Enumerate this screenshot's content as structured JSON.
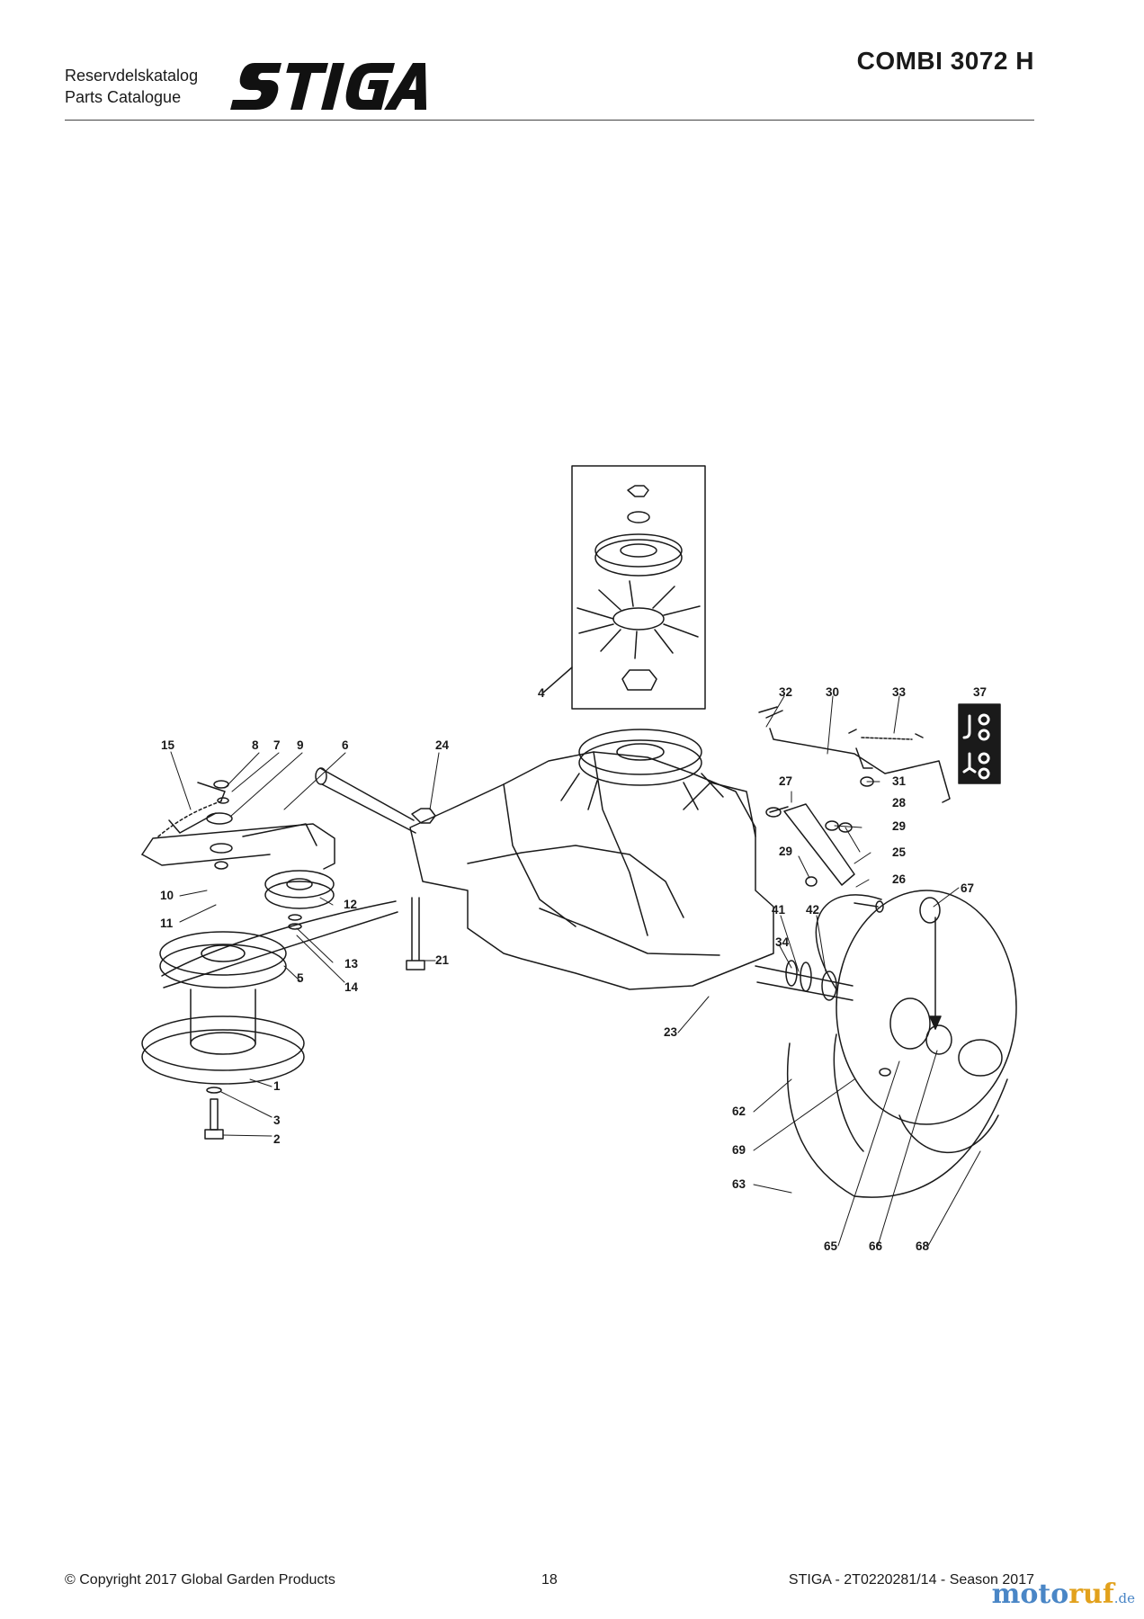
{
  "header": {
    "catalog_line_1": "Reservdelskatalog",
    "catalog_line_2": "Parts Catalogue",
    "brand": "STIGA",
    "model": "COMBI 3072 H"
  },
  "diagram": {
    "callouts": [
      {
        "id": "c1",
        "text": "1"
      },
      {
        "id": "c2",
        "text": "2"
      },
      {
        "id": "c3",
        "text": "3"
      },
      {
        "id": "c4",
        "text": "4"
      },
      {
        "id": "c5",
        "text": "5"
      },
      {
        "id": "c6",
        "text": "6"
      },
      {
        "id": "c7",
        "text": "7"
      },
      {
        "id": "c8",
        "text": "8"
      },
      {
        "id": "c9",
        "text": "9"
      },
      {
        "id": "c10",
        "text": "10"
      },
      {
        "id": "c11",
        "text": "11"
      },
      {
        "id": "c12",
        "text": "12"
      },
      {
        "id": "c13",
        "text": "13"
      },
      {
        "id": "c14",
        "text": "14"
      },
      {
        "id": "c15",
        "text": "15"
      },
      {
        "id": "c21",
        "text": "21"
      },
      {
        "id": "c23",
        "text": "23"
      },
      {
        "id": "c24",
        "text": "24"
      },
      {
        "id": "c25",
        "text": "25"
      },
      {
        "id": "c26",
        "text": "26"
      },
      {
        "id": "c27",
        "text": "27"
      },
      {
        "id": "c28",
        "text": "28"
      },
      {
        "id": "c29a",
        "text": "29"
      },
      {
        "id": "c29b",
        "text": "29"
      },
      {
        "id": "c30",
        "text": "30"
      },
      {
        "id": "c31",
        "text": "31"
      },
      {
        "id": "c32",
        "text": "32"
      },
      {
        "id": "c33",
        "text": "33"
      },
      {
        "id": "c34",
        "text": "34"
      },
      {
        "id": "c37",
        "text": "37"
      },
      {
        "id": "c41",
        "text": "41"
      },
      {
        "id": "c42",
        "text": "42"
      },
      {
        "id": "c62",
        "text": "62"
      },
      {
        "id": "c63",
        "text": "63"
      },
      {
        "id": "c65",
        "text": "65"
      },
      {
        "id": "c66",
        "text": "66"
      },
      {
        "id": "c67",
        "text": "67"
      },
      {
        "id": "c68",
        "text": "68"
      },
      {
        "id": "c69",
        "text": "69"
      }
    ]
  },
  "footer": {
    "copyright": "© Copyright 2017 Global Garden Products",
    "page_number": "18",
    "doc_ref": "STIGA - 2T0220281/14 - Season 2017"
  },
  "watermark": {
    "part1": "moto",
    "part2": "ruf",
    "part3": ".de"
  }
}
